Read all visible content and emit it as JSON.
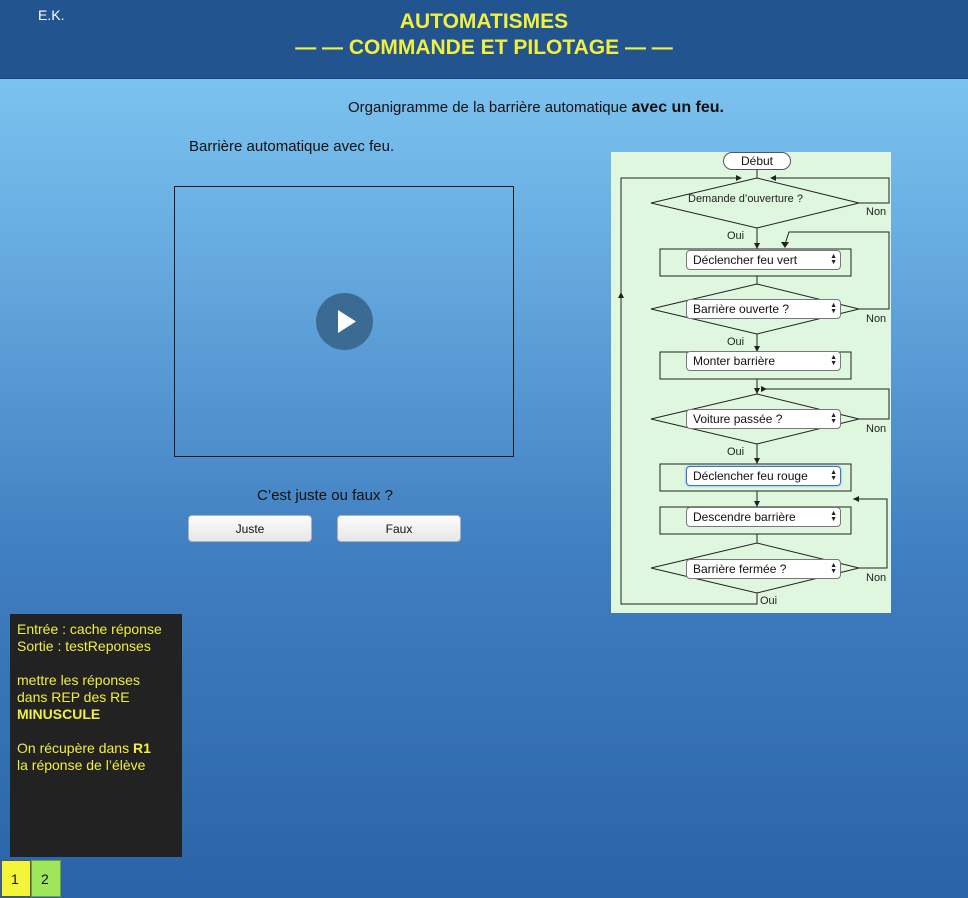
{
  "header": {
    "initials": "E.K.",
    "title_line1": "AUTOMATISMES",
    "title_line2": "— — COMMANDE ET PILOTAGE — —"
  },
  "intro": {
    "text": "Organigramme de la barrière automatique ",
    "bold": "avec un feu."
  },
  "video": {
    "caption": "Barrière automatique avec feu."
  },
  "quiz": {
    "question": "C’est juste ou faux ?",
    "juste_label": "Juste",
    "faux_label": "Faux"
  },
  "flowchart": {
    "start": "Début",
    "step1": "Demande d’ouverture ?",
    "step2": "Déclencher feu vert",
    "step3": "Barrière ouverte ?",
    "step4": "Monter barrière",
    "step5": "Voiture passée ?",
    "step6": "Déclencher feu rouge",
    "step7": "Descendre barrière",
    "step8": "Barrière fermée ?",
    "yes": "Oui",
    "no": "Non"
  },
  "notes": {
    "line1": "Entrée : cache réponse",
    "line2": "Sortie : testReponses",
    "line3": "mettre les réponses",
    "line4": "dans REP des RE",
    "line5": "MINUSCULE",
    "line6_pre": "On récupère dans ",
    "line6_bold": "R1",
    "line7": "la réponse de l’élève"
  },
  "pages": {
    "p1": "1",
    "p2": "2"
  },
  "colors": {
    "header_bg": "#225490",
    "title_yellow": "#f2ef3d",
    "notes_bg": "#222222",
    "flowchart_bg": "#dff6df",
    "page1_bg": "#f4f43a",
    "page2_bg": "#9ee65a"
  }
}
